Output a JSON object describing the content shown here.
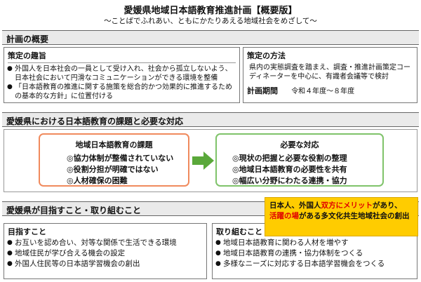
{
  "header": {
    "title": "愛媛県地域日本語教育推進計画【概要版】",
    "subtitle": "〜ことばでふれあい、ともにかたりあえる地域社会をめざして〜"
  },
  "overview": {
    "heading": "計画の概要",
    "purpose": {
      "title": "策定の趣旨",
      "items": [
        "外国人を日本社会の一員として受け入れ、社会から孤立しないよう、日本社会において円滑なコミュニケーションができる環境を整備",
        "「日本語教育の推進に関する施策を総合的かつ効果的に推進するための基本的な方針」に位置付ける"
      ]
    },
    "method": {
      "title": "策定の方法",
      "text": "県内の実態調査を踏まえ、調査・推進計画策定コーディネーターを中心に、有識者会議等で検討",
      "period_label": "計画期間",
      "period_value": "令和４年度〜８年度"
    }
  },
  "issues": {
    "heading": "愛媛県における日本語教育の課題と必要な対応",
    "challenges": {
      "title": "地域日本語教育の課題",
      "items": [
        "◎協力体制が整備されていない",
        "◎役割分担が明確ではない",
        "◎人材確保の困難"
      ]
    },
    "responses": {
      "title": "必要な対応",
      "items": [
        "◎現状の把握と必要な役割の整理",
        "◎地域日本語教育の必要性を共有",
        "◎幅広い分野にわたる連携・協力"
      ]
    }
  },
  "goals": {
    "heading": "愛媛県が目指すこと・取り組むこと",
    "callout": {
      "part1": "日本人、外国人",
      "part2": "双方にメリット",
      "part3": "があり、",
      "part4": "活躍の場",
      "part5": "がある多文化共生地域社会の創出"
    },
    "aims": {
      "title": "目指すこと",
      "items": [
        "お互いを認め合い、対等な関係で生活できる環境",
        "地域住民が学び合える機会の設定",
        "外国人住民等の日本語学習機会の創出"
      ]
    },
    "actions": {
      "title": "取り組むこと",
      "items": [
        "地域日本語教育に関わる人材を増やす",
        "地域日本語教育の連携・協力体制をつくる",
        "多様なニーズに対応する日本語学習機会をつくる"
      ]
    }
  },
  "colors": {
    "challenge_border": "#f08a5d",
    "response_border": "#7fc36a",
    "arrow": "#5aa83a",
    "callout_bg": "#ffcc00",
    "emphasis": "#e00000"
  }
}
